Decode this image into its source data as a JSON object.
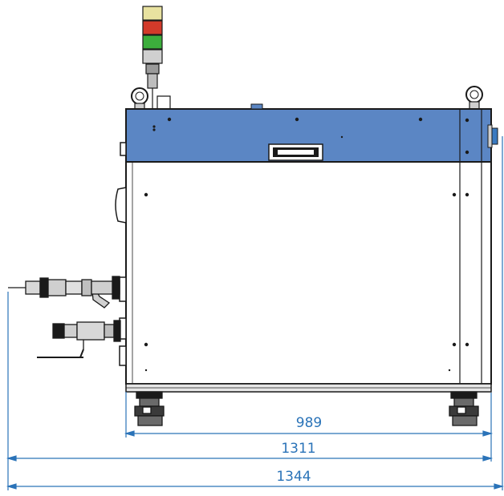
{
  "drawing": {
    "view": "side elevation",
    "colors": {
      "cabinet_band": "#5b86c4",
      "cabinet_body": "#ffffff",
      "outline": "#1a1a1a",
      "dimension": "#2a73b8",
      "lamp_yellow": "#e8e2a0",
      "lamp_red": "#d23a2a",
      "lamp_green": "#3cae3c",
      "metal": "#c9c9c9"
    },
    "dimensions": [
      {
        "id": "dim-989",
        "value": "989"
      },
      {
        "id": "dim-1311",
        "value": "1311"
      },
      {
        "id": "dim-1344",
        "value": "1344"
      }
    ],
    "icons": [
      "signal-tower-icon",
      "lifting-eye-icon",
      "handle-icon",
      "fitting-icon",
      "caster-icon"
    ]
  }
}
